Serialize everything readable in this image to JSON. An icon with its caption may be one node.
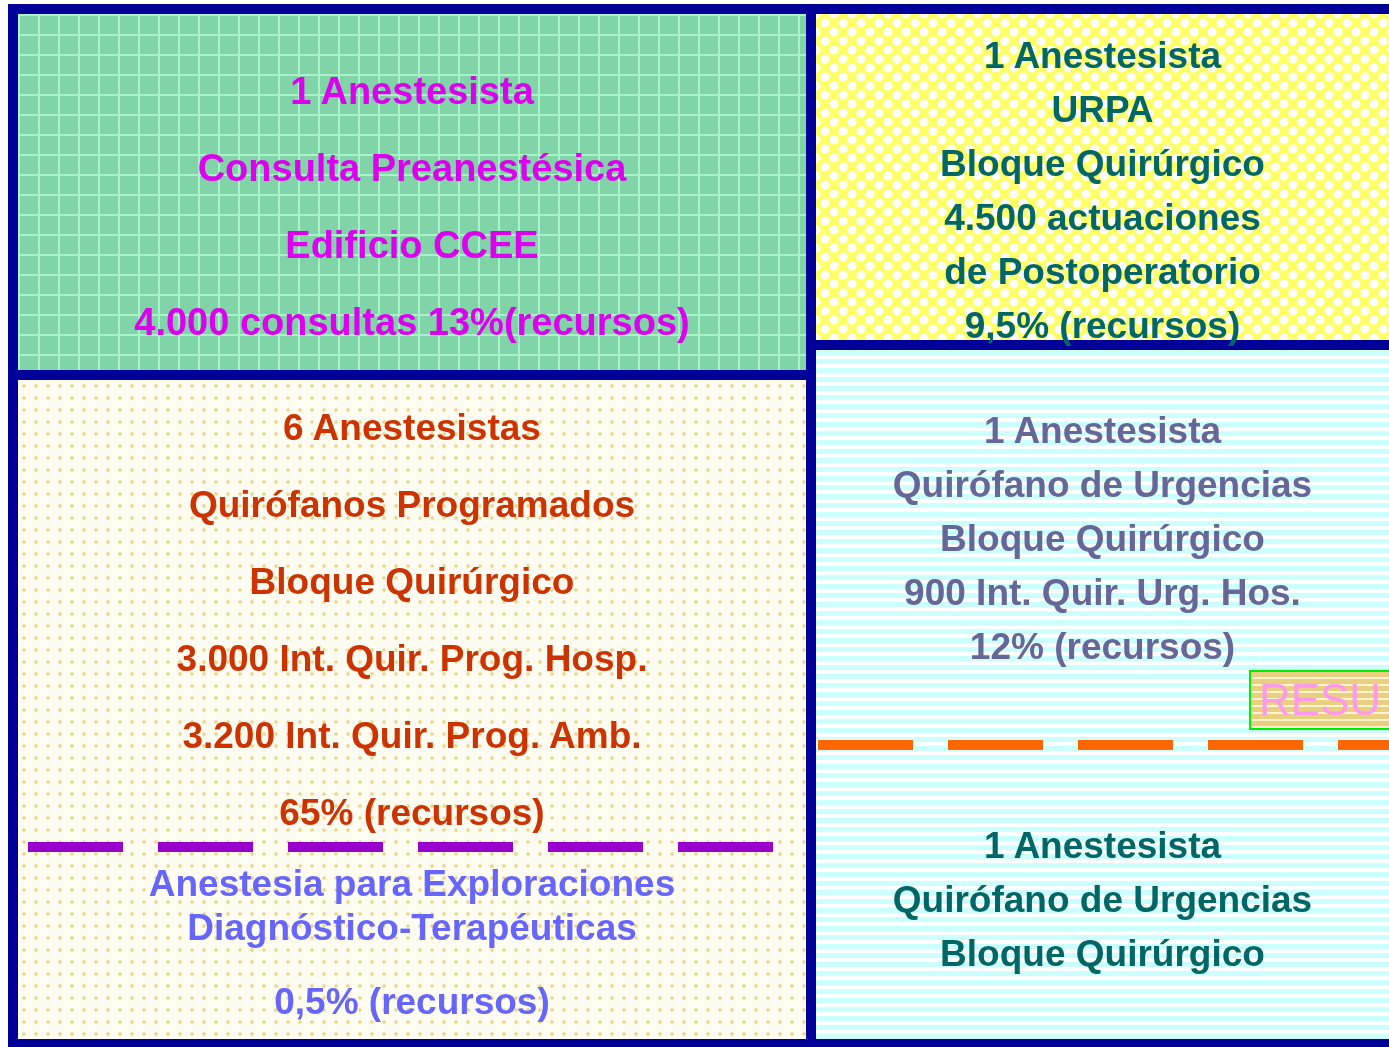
{
  "diagram": {
    "nodes": [
      {
        "text": [
          "1 Anestesista",
          "Consulta Preanestésica",
          "Edificio CCEE",
          "4.000 consultas 13%(recursos)"
        ]
      },
      {
        "text": [
          "1 Anestesista",
          "URPA",
          "Bloque Quirúrgico",
          "4.500 actuaciones",
          "de Postoperatorio",
          "9,5% (recursos)"
        ]
      },
      {
        "text": [
          "6 Anestesistas",
          "Quirófanos Programados",
          "Bloque Quirúrgico",
          "3.000 Int. Quir. Prog. Hosp.",
          "3.200 Int. Quir. Prog. Amb.",
          "65% (recursos)",
          "Anestesia para Exploraciones Diagnóstico-Terapéuticas",
          "0,5% (recursos)"
        ]
      },
      {
        "text": [
          "1 Anestesista",
          "Quirófano de Urgencias",
          "Bloque Quirúrgico",
          "900 Int. Quir. Urg. Hos.",
          "12% (recursos)",
          "1 Anestesista",
          "Quirófano de Urgencias",
          "Bloque Quirúrgico"
        ]
      },
      {
        "text": [
          "RESU"
        ],
        "in": 3
      }
    ]
  }
}
